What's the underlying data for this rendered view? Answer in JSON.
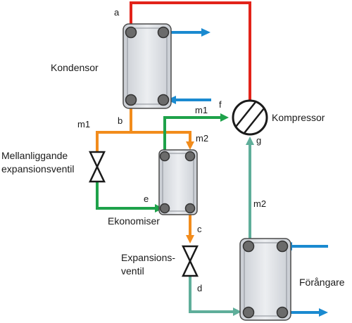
{
  "components": {
    "condenser": "Kondensor",
    "compressor": "Kompressor",
    "intermediate_valve_line1": "Mellanliggande",
    "intermediate_valve_line2": "expansionsventil",
    "economizer": "Ekonomiser",
    "expansion_valve_line1": "Expansions-",
    "expansion_valve_line2": "ventil",
    "evaporator": "Förångare"
  },
  "state_points": {
    "a": "a",
    "b": "b",
    "c": "c",
    "d": "d",
    "e": "e",
    "f": "f",
    "g": "g"
  },
  "flows": {
    "m1_left": "m1",
    "m1_top": "m1",
    "m2_economizer": "m2",
    "m2_suction": "m2"
  },
  "colors": {
    "discharge_red": "#e2231a",
    "liquid_orange": "#f28c1c",
    "intermediate_green": "#1ea24a",
    "suction_teal": "#5fae9a",
    "water_blue": "#1a8ad0",
    "hx_fill": "#d6dadf",
    "hx_stroke": "#4a4a4a",
    "port_fill": "#6b6b6b"
  }
}
